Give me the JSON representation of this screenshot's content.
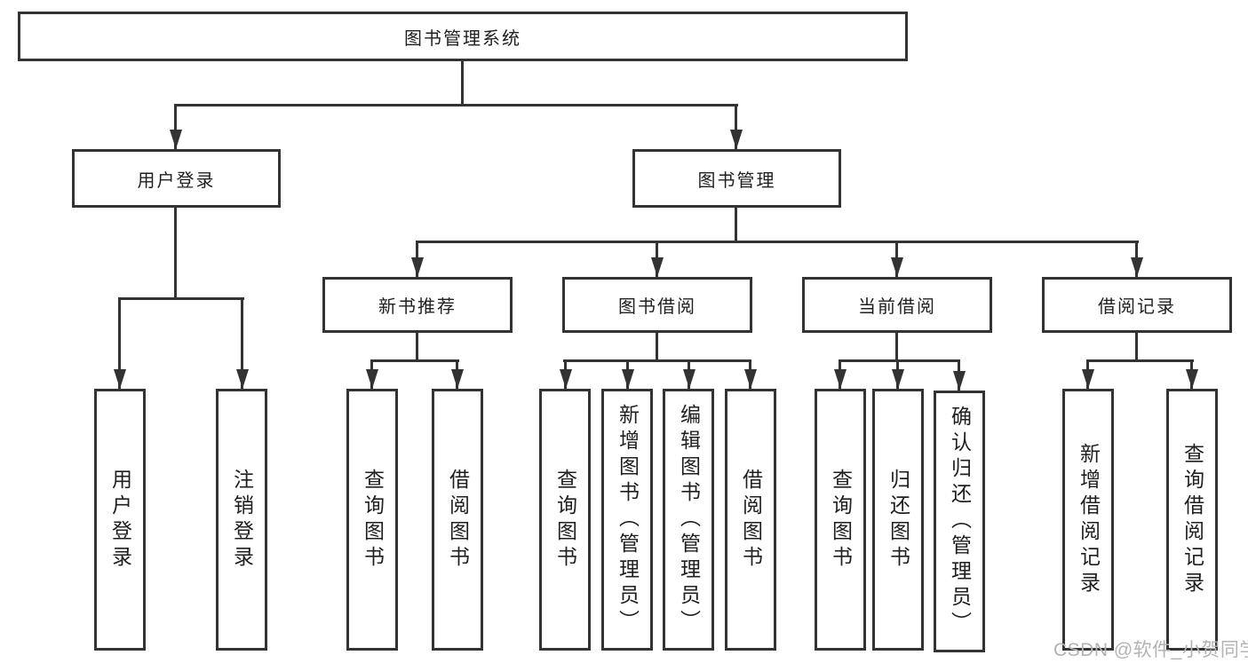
{
  "diagram": {
    "root": {
      "label": "图书管理系统"
    },
    "level2": {
      "user_login": {
        "label": "用户登录"
      },
      "book_mgmt": {
        "label": "图书管理"
      }
    },
    "level3": {
      "new_books": {
        "label": "新书推荐"
      },
      "book_borrow": {
        "label": "图书借阅"
      },
      "current_borrow": {
        "label": "当前借阅"
      },
      "borrow_records": {
        "label": "借阅记录"
      }
    },
    "leaves": {
      "login": {
        "label": "用户登录"
      },
      "logout": {
        "label": "注销登录"
      },
      "new_books_query": {
        "label": "查询图书"
      },
      "new_books_borrow": {
        "label": "借阅图书"
      },
      "borrow_query": {
        "label": "查询图书"
      },
      "borrow_add": {
        "label": "新增图书（管理员）"
      },
      "borrow_edit": {
        "label": "编辑图书（管理员）"
      },
      "borrow_borrow": {
        "label": "借阅图书"
      },
      "current_query": {
        "label": "查询图书"
      },
      "current_return": {
        "label": "归还图书"
      },
      "current_confirm": {
        "label": "确认归还（管理员）"
      },
      "records_add": {
        "label": "新增借阅记录"
      },
      "records_query": {
        "label": "查询借阅记录"
      }
    },
    "watermark": "CSDN @软件_小贺同学",
    "colors": {
      "line": "#333333",
      "text": "#1f1f1f",
      "watermark": "#b3b3b3",
      "background": "#ffffff"
    }
  }
}
